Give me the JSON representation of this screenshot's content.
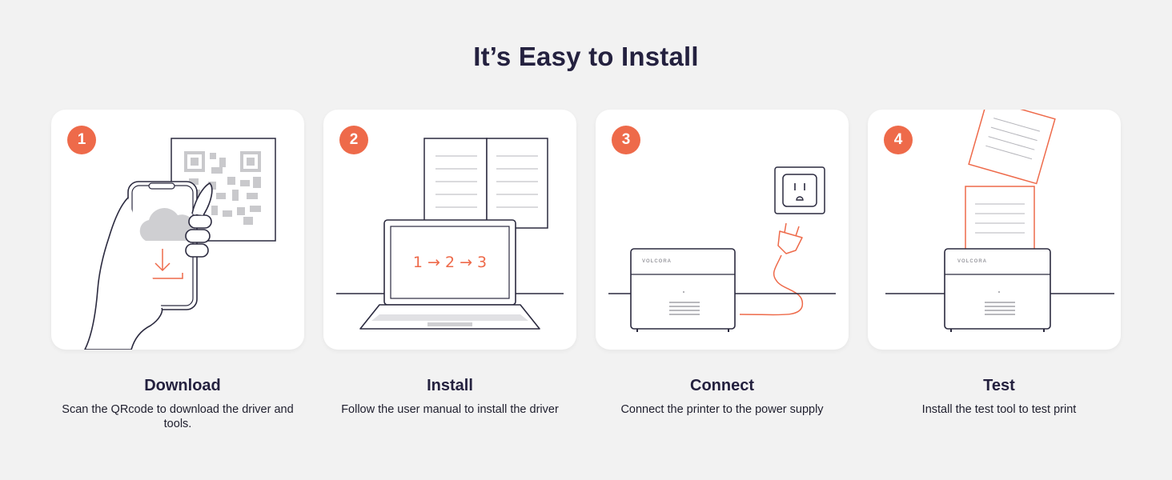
{
  "page": {
    "title": "It’s Easy to Install"
  },
  "colors": {
    "accent": "#ee6a4a",
    "ink": "#24213f",
    "background": "#f2f2f2",
    "card": "#ffffff"
  },
  "steps": [
    {
      "number": "1",
      "title": "Download",
      "description": "Scan the QRcode to download the driver and tools.",
      "icon": "phone-scan-qr-icon"
    },
    {
      "number": "2",
      "title": "Install",
      "description": "Follow the user manual to install the driver",
      "icon": "laptop-manual-icon",
      "screen_text": "1 → 2 → 3"
    },
    {
      "number": "3",
      "title": "Connect",
      "description": "Connect the printer to the power supply",
      "icon": "printer-plug-icon",
      "brand_label": "VOLCORA"
    },
    {
      "number": "4",
      "title": "Test",
      "description": "Install the test tool to test print",
      "icon": "printer-paper-icon",
      "brand_label": "VOLCORA"
    }
  ]
}
